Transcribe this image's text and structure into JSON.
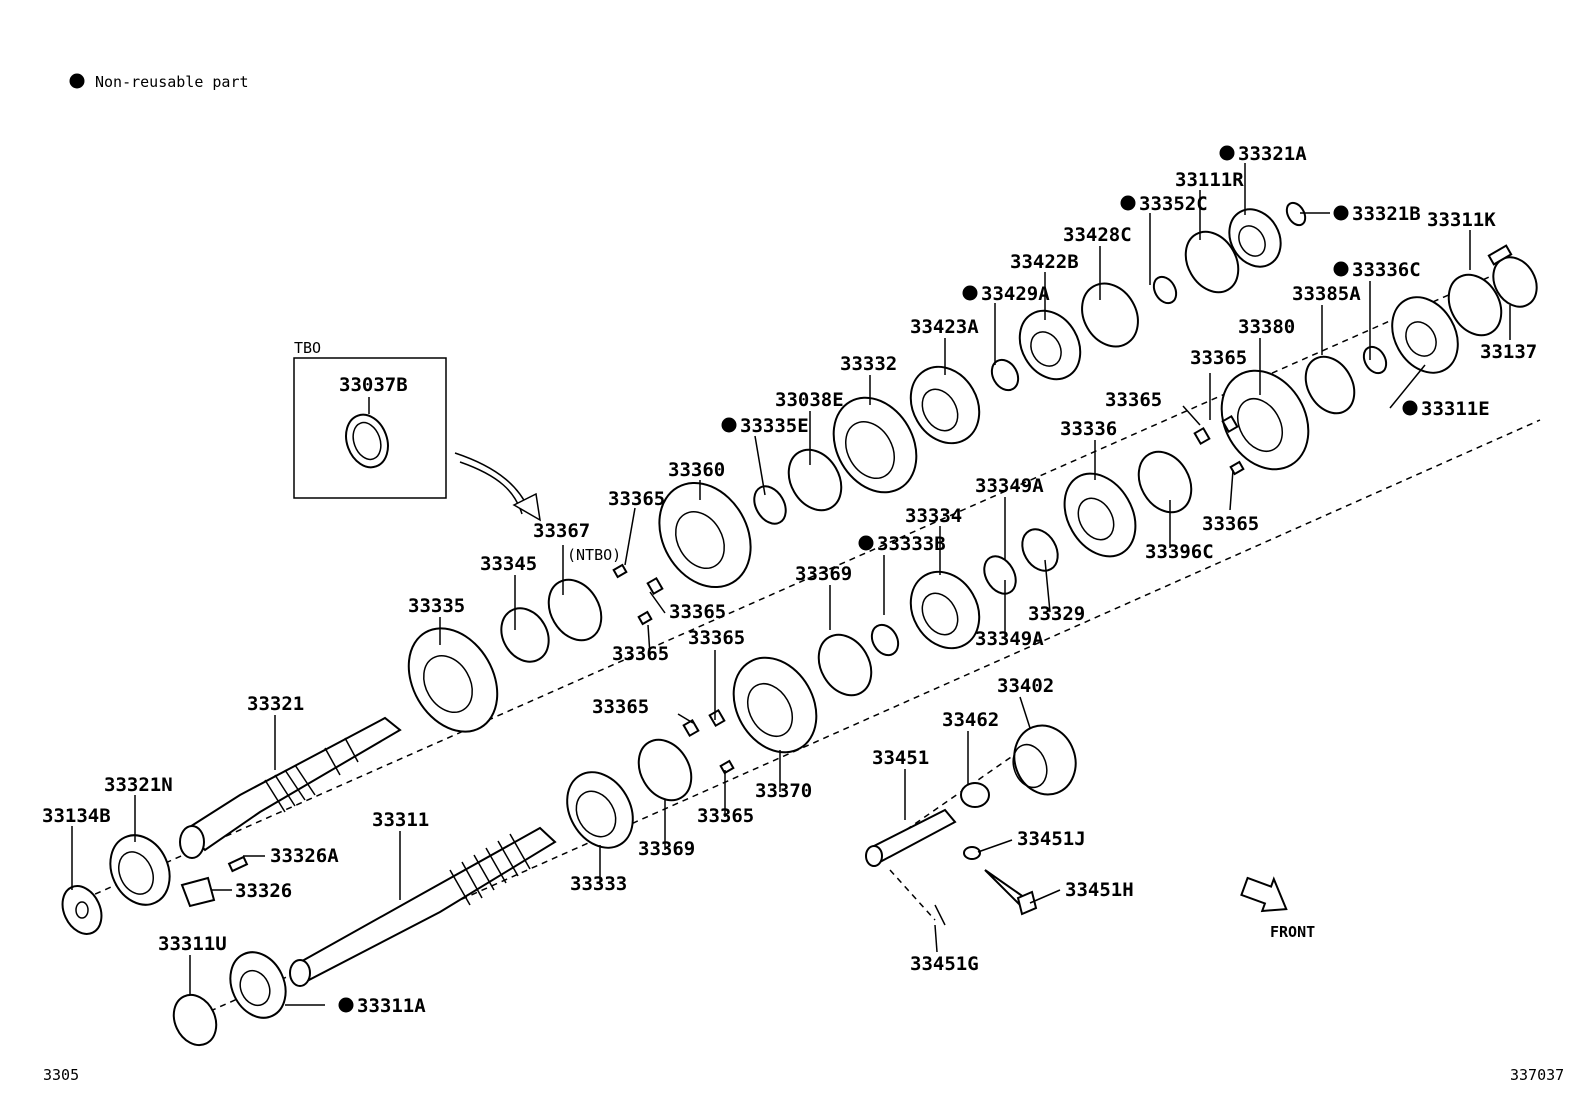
{
  "legend": {
    "bullet_color": "#000000",
    "text": "Non-reusable part"
  },
  "box": {
    "title": "TBO",
    "part": "33037B"
  },
  "note_ntbo": "(NTBO)",
  "front_label": "FRONT",
  "footer_left": "3305",
  "footer_right": "337037",
  "parts": [
    {
      "id": "p33321A",
      "num": "33321A",
      "non_reusable": true
    },
    {
      "id": "p33111R",
      "num": "33111R",
      "non_reusable": false
    },
    {
      "id": "p33321B",
      "num": "33321B",
      "non_reusable": true
    },
    {
      "id": "p33352C",
      "num": "33352C",
      "non_reusable": true
    },
    {
      "id": "p33428C",
      "num": "33428C",
      "non_reusable": false
    },
    {
      "id": "p33311K",
      "num": "33311K",
      "non_reusable": false
    },
    {
      "id": "p33422B",
      "num": "33422B",
      "non_reusable": false
    },
    {
      "id": "p33336C",
      "num": "33336C",
      "non_reusable": true
    },
    {
      "id": "p33429A",
      "num": "33429A",
      "non_reusable": true
    },
    {
      "id": "p33385A",
      "num": "33385A",
      "non_reusable": false
    },
    {
      "id": "p33423A",
      "num": "33423A",
      "non_reusable": false
    },
    {
      "id": "p33380",
      "num": "33380",
      "non_reusable": false
    },
    {
      "id": "p33137",
      "num": "33137",
      "non_reusable": false
    },
    {
      "id": "p33365a",
      "num": "33365",
      "non_reusable": false
    },
    {
      "id": "p33332",
      "num": "33332",
      "non_reusable": false
    },
    {
      "id": "p33365b",
      "num": "33365",
      "non_reusable": false
    },
    {
      "id": "p33038E",
      "num": "33038E",
      "non_reusable": false
    },
    {
      "id": "p33311E",
      "num": "33311E",
      "non_reusable": true
    },
    {
      "id": "p33335E",
      "num": "33335E",
      "non_reusable": true
    },
    {
      "id": "p33336",
      "num": "33336",
      "non_reusable": false
    },
    {
      "id": "p33360",
      "num": "33360",
      "non_reusable": false
    },
    {
      "id": "p33349Aa",
      "num": "33349A",
      "non_reusable": false
    },
    {
      "id": "p33365c",
      "num": "33365",
      "non_reusable": false
    },
    {
      "id": "p33334",
      "num": "33334",
      "non_reusable": false
    },
    {
      "id": "p33367",
      "num": "33367",
      "non_reusable": false
    },
    {
      "id": "p33365d",
      "num": "33365",
      "non_reusable": false
    },
    {
      "id": "p33333B",
      "num": "33333B",
      "non_reusable": true
    },
    {
      "id": "p33396C",
      "num": "33396C",
      "non_reusable": false
    },
    {
      "id": "p33345",
      "num": "33345",
      "non_reusable": false
    },
    {
      "id": "p33369a",
      "num": "33369",
      "non_reusable": false
    },
    {
      "id": "p33365e",
      "num": "33365",
      "non_reusable": false
    },
    {
      "id": "p33329",
      "num": "33329",
      "non_reusable": false
    },
    {
      "id": "p33335",
      "num": "33335",
      "non_reusable": false
    },
    {
      "id": "p33365f",
      "num": "33365",
      "non_reusable": false
    },
    {
      "id": "p33349Ab",
      "num": "33349A",
      "non_reusable": false
    },
    {
      "id": "p33365g",
      "num": "33365",
      "non_reusable": false
    },
    {
      "id": "p33402",
      "num": "33402",
      "non_reusable": false
    },
    {
      "id": "p33321",
      "num": "33321",
      "non_reusable": false
    },
    {
      "id": "p33365h",
      "num": "33365",
      "non_reusable": false
    },
    {
      "id": "p33462",
      "num": "33462",
      "non_reusable": false
    },
    {
      "id": "p33451",
      "num": "33451",
      "non_reusable": false
    },
    {
      "id": "p33321N",
      "num": "33321N",
      "non_reusable": false
    },
    {
      "id": "p33370",
      "num": "33370",
      "non_reusable": false
    },
    {
      "id": "p33365i",
      "num": "33365",
      "non_reusable": false
    },
    {
      "id": "p33134B",
      "num": "33134B",
      "non_reusable": false
    },
    {
      "id": "p33311",
      "num": "33311",
      "non_reusable": false
    },
    {
      "id": "p33451J",
      "num": "33451J",
      "non_reusable": false
    },
    {
      "id": "p33326A",
      "num": "33326A",
      "non_reusable": false
    },
    {
      "id": "p33369b",
      "num": "33369",
      "non_reusable": false
    },
    {
      "id": "p33333",
      "num": "33333",
      "non_reusable": false
    },
    {
      "id": "p33326",
      "num": "33326",
      "non_reusable": false
    },
    {
      "id": "p33451H",
      "num": "33451H",
      "non_reusable": false
    },
    {
      "id": "p33311U",
      "num": "33311U",
      "non_reusable": false
    },
    {
      "id": "p33451G",
      "num": "33451G",
      "non_reusable": false
    },
    {
      "id": "p33311A",
      "num": "33311A",
      "non_reusable": true
    }
  ]
}
